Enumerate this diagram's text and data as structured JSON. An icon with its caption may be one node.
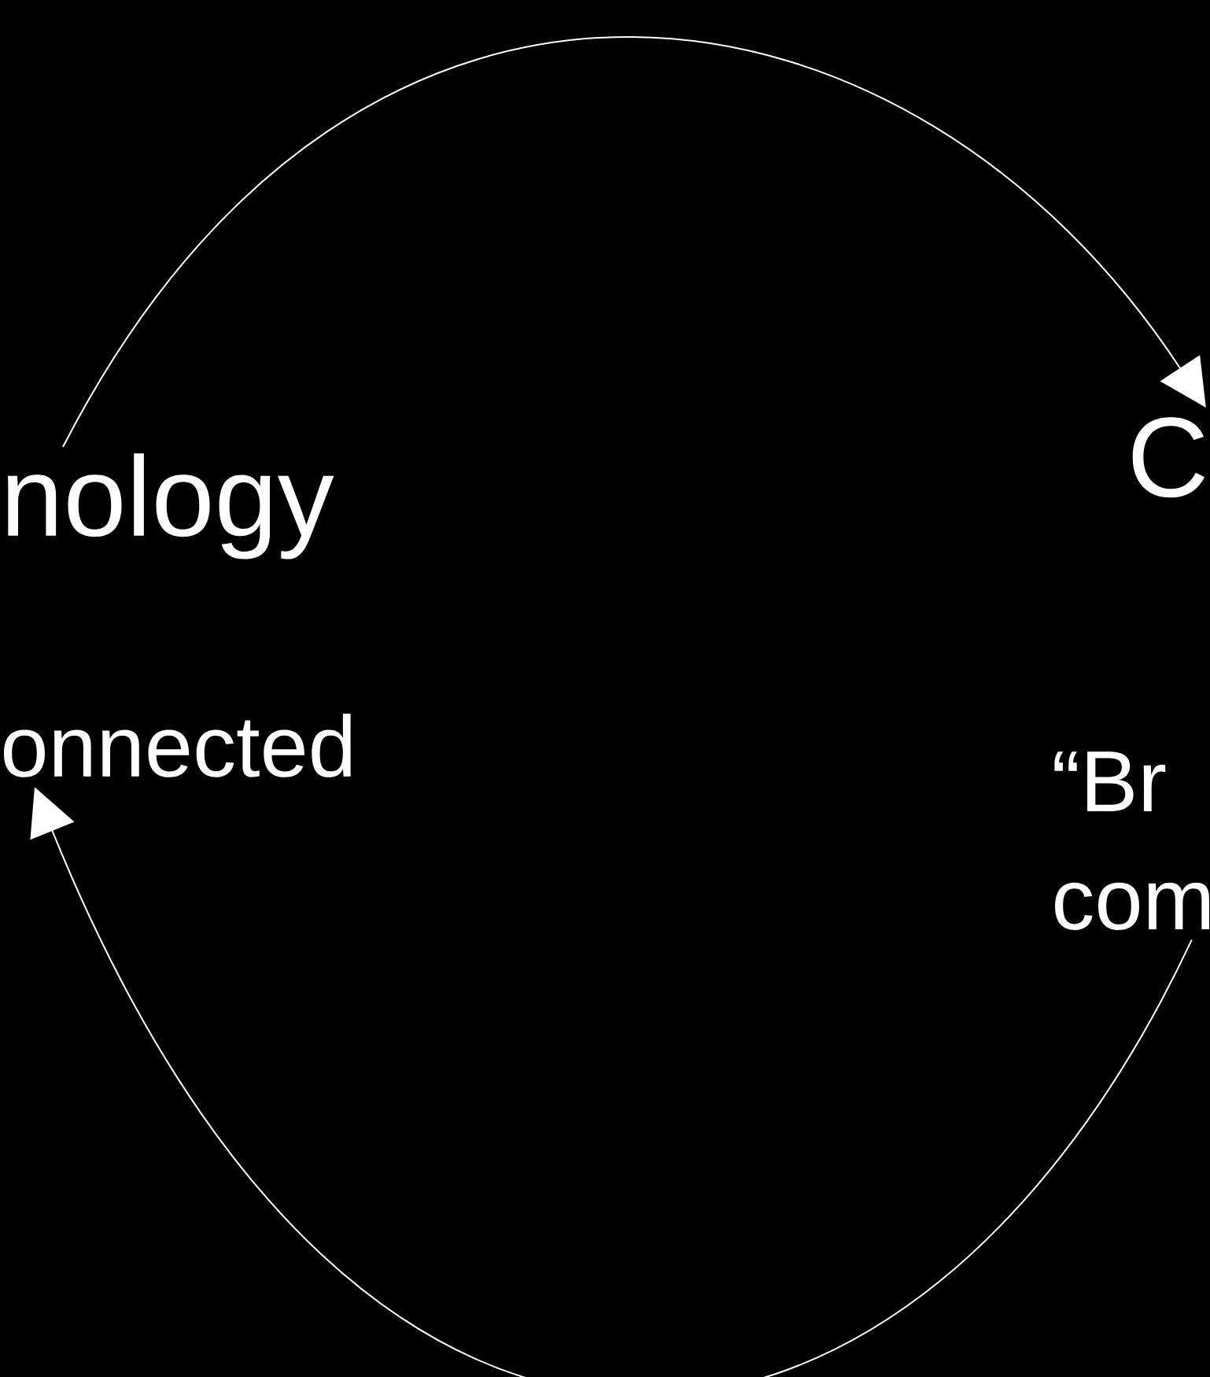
{
  "diagram": {
    "nodes": [
      {
        "text": [
          "nology",
          "onnected"
        ]
      },
      {
        "text": [
          "C",
          "“Br com"
        ]
      }
    ],
    "edges": [
      {
        "from": 0,
        "to": 1,
        "arrow": "to"
      },
      {
        "from": 1,
        "to": 0,
        "arrow": "to"
      }
    ]
  }
}
